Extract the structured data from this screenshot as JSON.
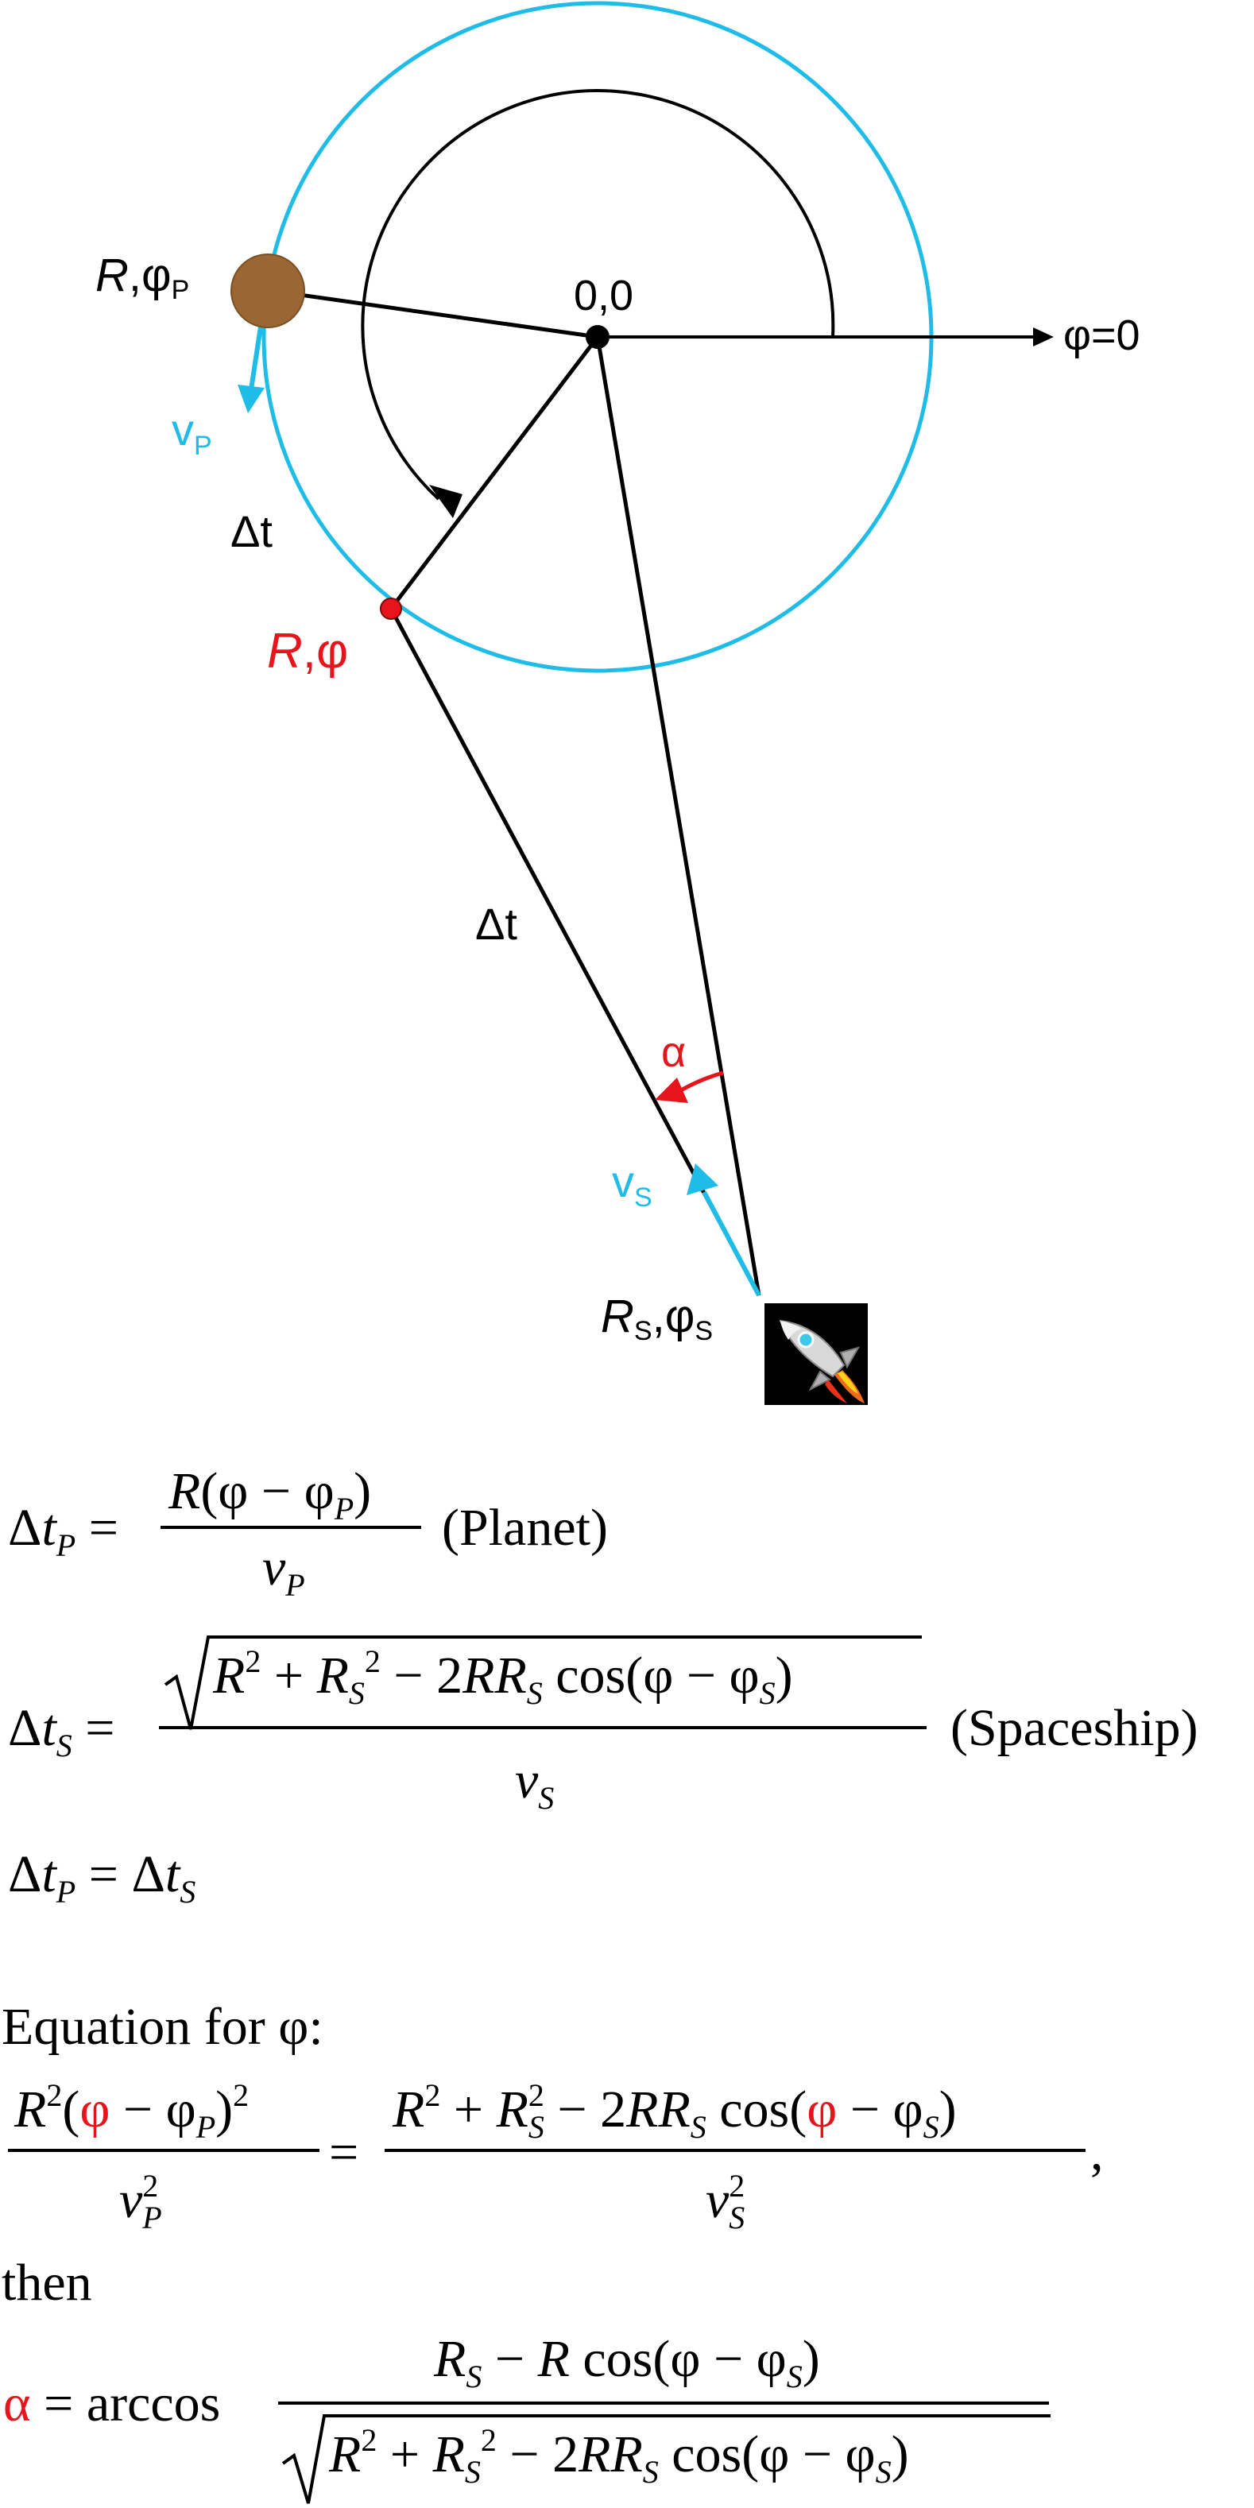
{
  "colors": {
    "orbit": "#1fbce8",
    "line": "#000000",
    "accent_red": "#e8141c",
    "planet": "#9a6633",
    "planet_stroke": "#7a4f22",
    "ship_bg": "#000000"
  },
  "icons": {
    "planet": "planet-icon",
    "target_point": "target-point-icon",
    "spaceship": "rocket-icon"
  },
  "labels": {
    "origin": "0,0",
    "phi_zero": "φ=0",
    "planet_R": "R",
    "planet_sep": ",φ",
    "planet_sub": "P",
    "vp": "v",
    "vp_sub": "P",
    "dt_planet": "Δt",
    "target_R": "R",
    "target_phi": ",φ",
    "dt_ship": "Δt",
    "alpha": "α",
    "vs": "v",
    "vs_sub": "S",
    "ship_R": "R",
    "ship_R_sub": "S",
    "ship_phi": ",φ",
    "ship_phi_sub": "S"
  },
  "equations": {
    "planet_tag": "(Planet)",
    "ship_tag": "(Spaceship)",
    "phi_heading": "Equation for φ:",
    "then": "then",
    "comma": ","
  }
}
